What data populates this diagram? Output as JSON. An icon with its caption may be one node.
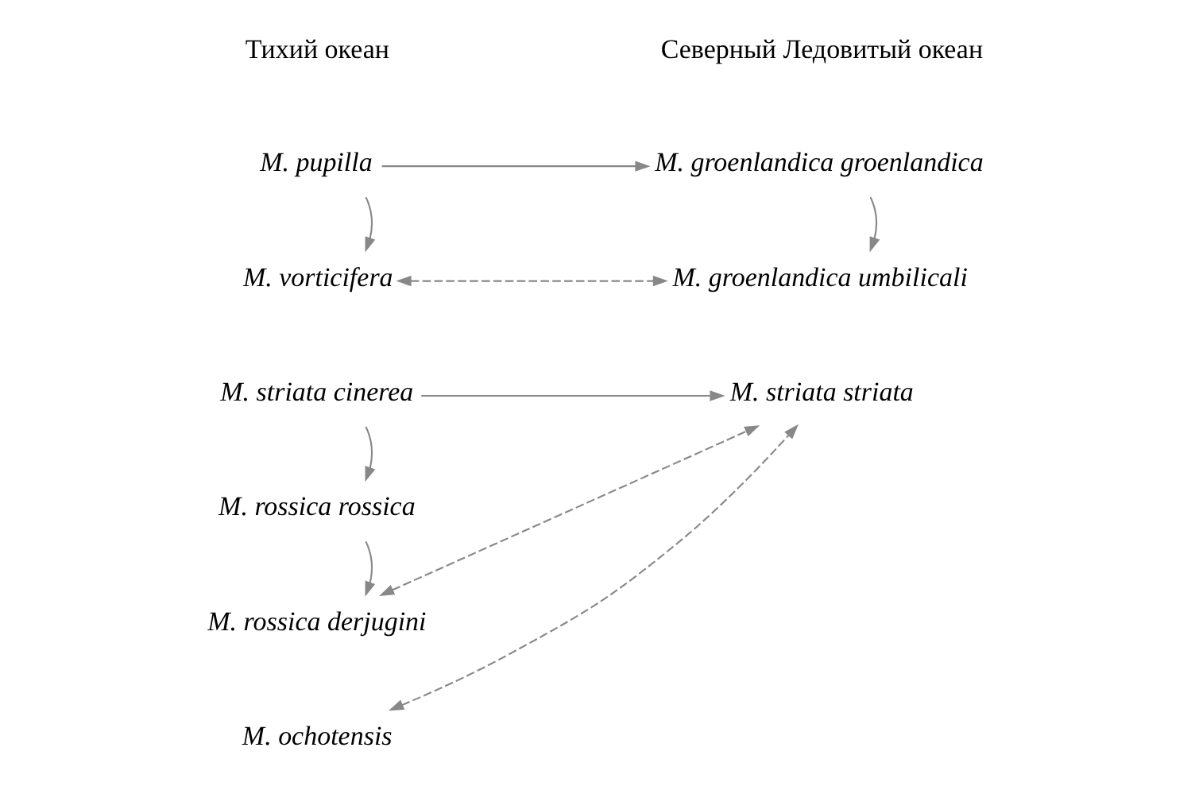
{
  "diagram": {
    "nodes": [
      {
        "text": [
          "M. pupilla"
        ]
      },
      {
        "text": [
          "M. groenlandica groenlandica"
        ]
      },
      {
        "text": [
          "M. vorticifera"
        ]
      },
      {
        "text": [
          "M. groenlandica umbilicali"
        ]
      },
      {
        "text": [
          "M. striata cinerea"
        ]
      },
      {
        "text": [
          "M. striata striata"
        ]
      },
      {
        "text": [
          "M. rossica rossica"
        ]
      },
      {
        "text": [
          "M. rossica derjugini"
        ]
      },
      {
        "text": [
          "M. ochotensis"
        ]
      }
    ],
    "edges": [
      {
        "from": 0,
        "to": 1,
        "arrow": "to"
      },
      {
        "from": 0,
        "to": 2,
        "arrow": "to"
      },
      {
        "from": 1,
        "to": 3,
        "arrow": "to"
      },
      {
        "from": 2,
        "to": 3,
        "arrow": "both",
        "style": "dashed"
      },
      {
        "from": 4,
        "to": 5,
        "arrow": "to"
      },
      {
        "from": 4,
        "to": 6,
        "arrow": "to"
      },
      {
        "from": 6,
        "to": 7,
        "arrow": "to"
      },
      {
        "from": 7,
        "to": 5,
        "arrow": "both",
        "style": "dashed"
      },
      {
        "from": 8,
        "to": 5,
        "arrow": "both",
        "style": "dashed"
      }
    ],
    "labels": [
      "Тихий океан",
      "Северный Ледовитый океан"
    ]
  }
}
